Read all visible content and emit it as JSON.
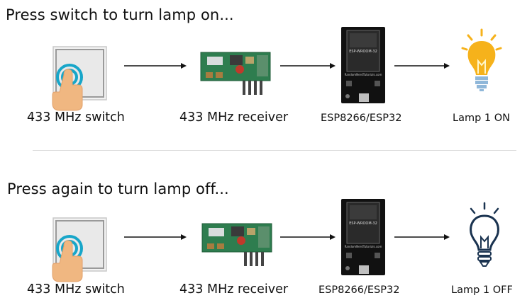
{
  "rows": [
    {
      "heading": "Press switch to turn lamp on...",
      "labels": {
        "switch": "433 MHz switch",
        "receiver": "433 MHz receiver",
        "board": "ESP8266/ESP32",
        "lamp": "Lamp 1 ON"
      },
      "lamp_state": "on"
    },
    {
      "heading": "Press again to turn lamp off...",
      "labels": {
        "switch": "433 MHz switch",
        "receiver": "433 MHz receiver",
        "board": "ESP8266/ESP32",
        "lamp": "Lamp 1 OFF"
      },
      "lamp_state": "off"
    }
  ],
  "board_chip_text": "ESP-WROOM-32",
  "board_url_text": "RandomNerdTutorials.com",
  "colors": {
    "switch_ring": "#18a6c9",
    "hand": "#f0b781",
    "pcb_green": "#2e7d4f",
    "board_black": "#111111",
    "bulb_on": "#f6b21b",
    "bulb_base": "#8fb7d9",
    "bulb_off_outline": "#1a3350"
  }
}
